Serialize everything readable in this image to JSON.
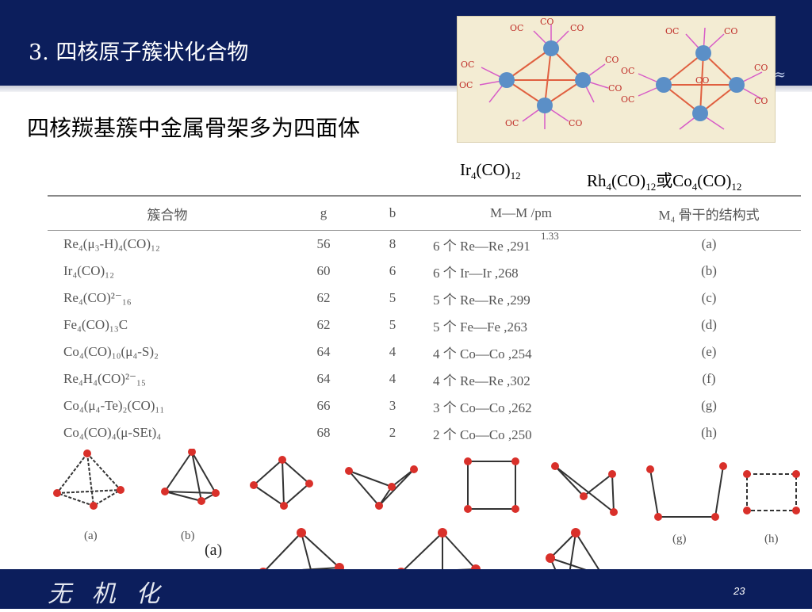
{
  "slide": {
    "title": "3. 四核原子簇状化合物",
    "subtitle": "四核羰基簇中金属骨架多为四面体",
    "footer_text": "无 机 化",
    "page_number": "23"
  },
  "photo": {
    "ligand_label": "CO",
    "ligand_label_alt": "OC"
  },
  "formulas": {
    "ir": {
      "a": "Ir",
      "b": "4",
      "c": "(CO)",
      "d": "12"
    },
    "rh": {
      "a": "Rh",
      "b": "4",
      "c": "(CO)",
      "d": "12",
      "e": "或Co",
      "f": "4",
      "g": "(CO)",
      "h": "12"
    }
  },
  "table": {
    "headers": [
      "簇合物",
      "g",
      "b",
      "M—M /pm",
      "M₄ 骨干的结构式"
    ],
    "rows": [
      {
        "compound": "Re₄(μ₃-H)₄(CO)₁₂",
        "g": "56",
        "b": "8",
        "mm": "6 个  Re—Re ,291",
        "struct": "(a)"
      },
      {
        "compound": "Ir₄(CO)₁₂",
        "g": "60",
        "b": "6",
        "mm": "6 个  Ir—Ir ,268",
        "struct": "(b)"
      },
      {
        "compound": "Re₄(CO)²⁻₁₆",
        "g": "62",
        "b": "5",
        "mm": "5 个  Re—Re ,299",
        "struct": "(c)"
      },
      {
        "compound": "Fe₄(CO)₁₃C",
        "g": "62",
        "b": "5",
        "mm": "5 个  Fe—Fe ,263",
        "struct": "(d)"
      },
      {
        "compound": "Co₄(CO)₁₀(μ₄-S)₂",
        "g": "64",
        "b": "4",
        "mm": "4 个  Co—Co ,254",
        "struct": "(e)"
      },
      {
        "compound": "Re₄H₄(CO)²⁻₁₅",
        "g": "64",
        "b": "4",
        "mm": "4 个  Re—Re ,302",
        "struct": "(f)"
      },
      {
        "compound": "Co₄(μ₄-Te)₂(CO)₁₁",
        "g": "66",
        "b": "3",
        "mm": "3 个  Co—Co ,262",
        "struct": "(g)"
      },
      {
        "compound": "Co₄(CO)₄(μ-SEt)₄",
        "g": "68",
        "b": "2",
        "mm": "2 个  Co—Co ,250",
        "struct": "(h)"
      }
    ],
    "bond_note": "1.33"
  },
  "diagrams": {
    "labels": [
      "(a)",
      "(b)",
      "(g)",
      "(h)"
    ],
    "popup_label": "(a)"
  },
  "colors": {
    "header": "#0c1e5c",
    "atom": "#d9302a",
    "ligand_line": "#d75bc7",
    "metal_atom": "#5b8fc7"
  }
}
